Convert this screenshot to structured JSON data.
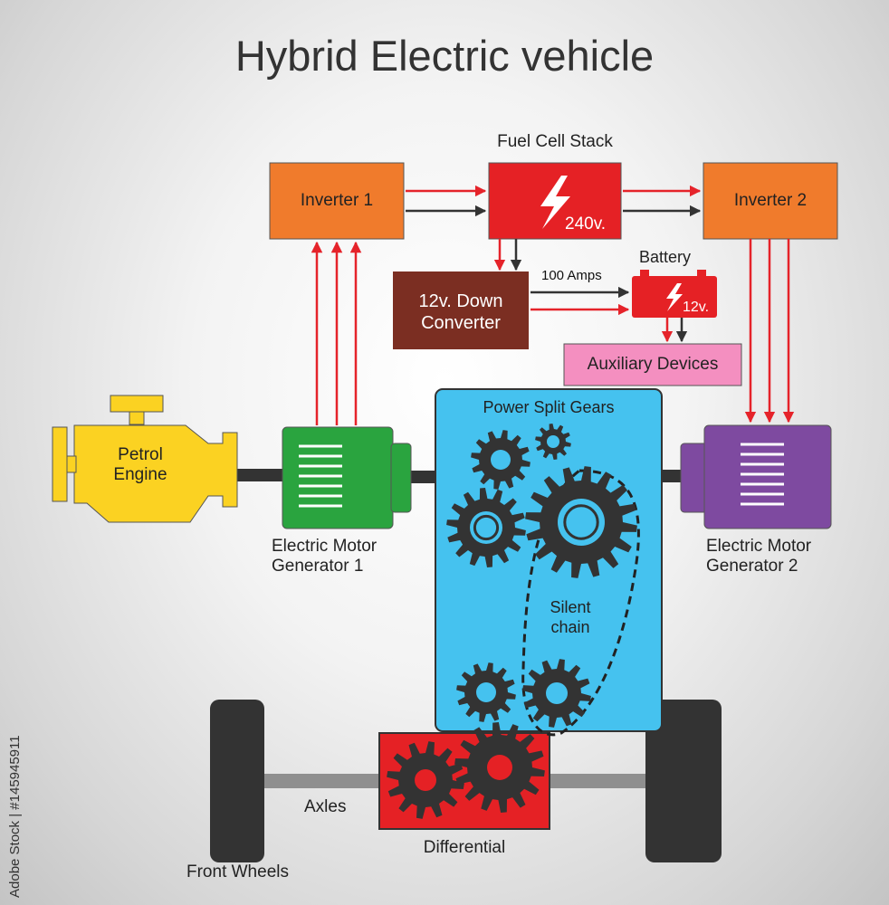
{
  "title": "Hybrid Electric vehicle",
  "fuel_cell": {
    "label": "Fuel Cell Stack",
    "voltage": "240v."
  },
  "inverter1": {
    "label": "Inverter 1"
  },
  "inverter2": {
    "label": "Inverter 2"
  },
  "down_converter": {
    "label_line1": "12v. Down",
    "label_line2": "Converter"
  },
  "battery": {
    "label": "Battery",
    "voltage": "12v.",
    "current": "100 Amps"
  },
  "auxiliary": {
    "label": "Auxiliary Devices"
  },
  "power_split": {
    "label": "Power Split Gears",
    "chain_line1": "Silent",
    "chain_line2": "chain"
  },
  "engine": {
    "label_line1": "Petrol",
    "label_line2": "Engine"
  },
  "motor1": {
    "label_line1": "Electric Motor",
    "label_line2": "Generator 1"
  },
  "motor2": {
    "label_line1": "Electric Motor",
    "label_line2": "Generator 2"
  },
  "axles": {
    "label": "Axles"
  },
  "differential": {
    "label": "Differential"
  },
  "wheels": {
    "label": "Front Wheels"
  },
  "watermark": "Adobe Stock | #145945911",
  "colors": {
    "inverter": "#f07b2c",
    "fuel_cell": "#e52125",
    "down_converter": "#7b2e22",
    "battery": "#e52125",
    "auxiliary": "#f48fc0",
    "power_split": "#45c2ef",
    "engine": "#fbd222",
    "motor1": "#2aa43f",
    "motor2": "#7e4aa0",
    "differential": "#e52125",
    "gear": "#333333",
    "arrow_red": "#e5232a",
    "arrow_dark": "#333333"
  }
}
